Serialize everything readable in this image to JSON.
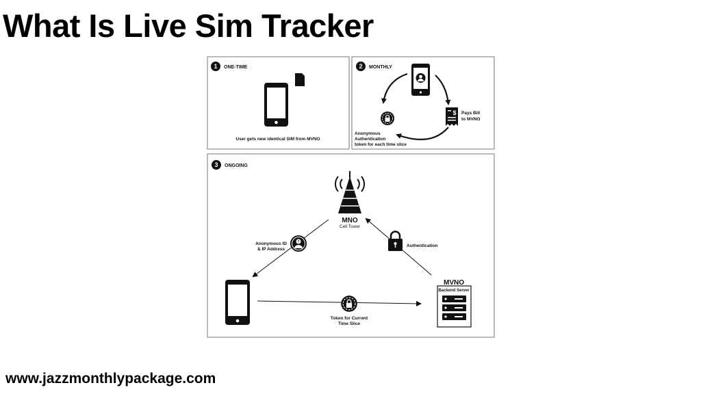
{
  "page": {
    "title": "What Is Live Sim Tracker",
    "website": "www.jazzmonthlypackage.com"
  },
  "panels": [
    {
      "number": "1",
      "label": "ONE-TIME",
      "caption": "User gets new identical SIM from MVNO"
    },
    {
      "number": "2",
      "label": "MONTHLY",
      "pays_bill": [
        "Pays Bill",
        "to MVNO"
      ],
      "anon_token": [
        "Anonymous",
        "Authentication",
        "token for each time slice"
      ]
    },
    {
      "number": "3",
      "label": "ONGOING",
      "mno_title": "MNO",
      "mno_subtitle": "Cell Tower",
      "anon_id": [
        "Anonymous ID",
        "& IP Address"
      ],
      "authentication": "Authentication",
      "mvno_title": "MVNO",
      "mvno_subtitle": "Backend Server",
      "token": [
        "Token for Current",
        "Time Slice"
      ]
    }
  ],
  "icons": [
    "smartphone-icon",
    "sim-card-icon",
    "receipt-dollar-icon",
    "lock-badge-icon",
    "cell-tower-icon",
    "padlock-icon",
    "anonymous-user-icon",
    "server-icon",
    "arrow-icon"
  ],
  "colors": {
    "ink": "#111111",
    "border": "#777777",
    "background": "#ffffff"
  }
}
